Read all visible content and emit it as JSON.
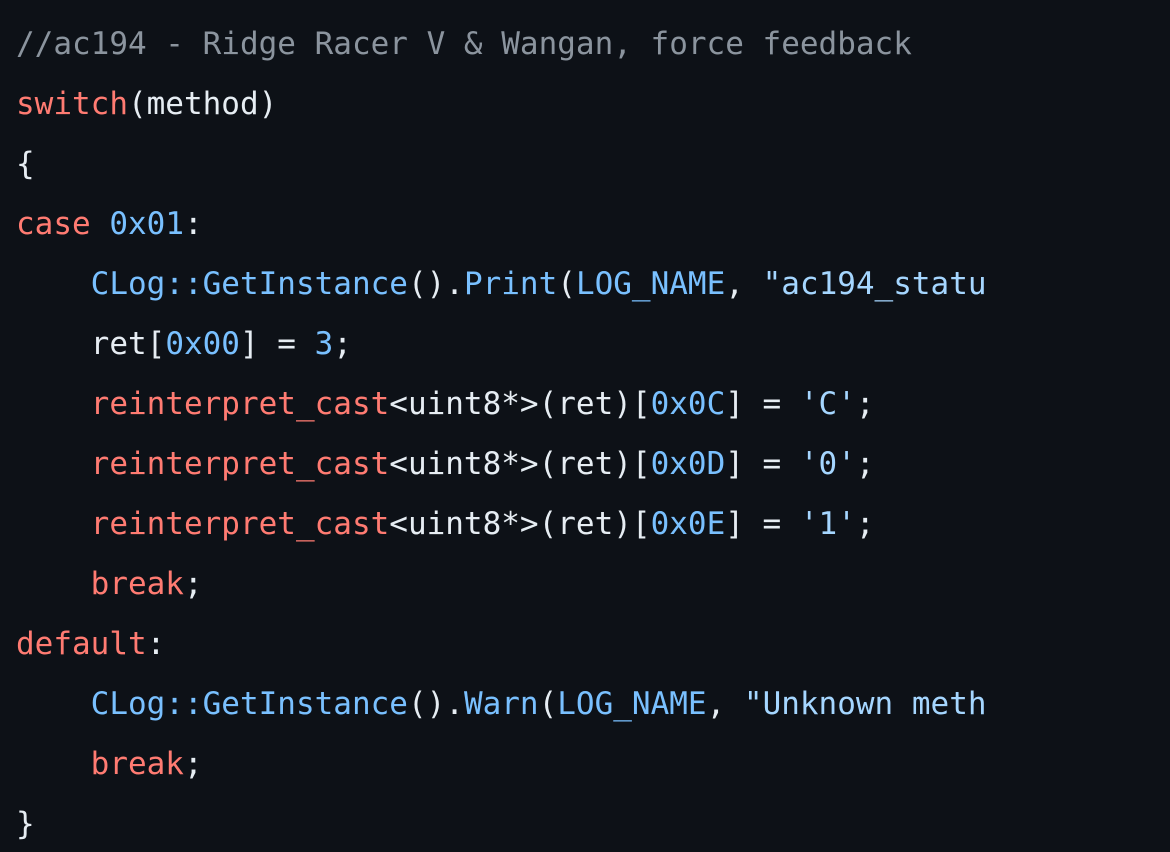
{
  "editor": {
    "language": "cpp",
    "colors": {
      "background": "#0d1117",
      "comment": "#8b949e",
      "keyword": "#ff7b72",
      "plain": "#e6edf3",
      "number": "#79c0ff",
      "function": "#79c0ff",
      "string": "#a5d6ff"
    },
    "lines": [
      {
        "tokens": [
          {
            "text": "//ac194 - Ridge Racer V & Wangan, force feedback",
            "kind": "comment"
          }
        ]
      },
      {
        "tokens": [
          {
            "text": "switch",
            "kind": "keyword"
          },
          {
            "text": "(method)",
            "kind": "plain"
          }
        ]
      },
      {
        "tokens": [
          {
            "text": "{",
            "kind": "plain"
          }
        ]
      },
      {
        "tokens": [
          {
            "text": "case",
            "kind": "keyword"
          },
          {
            "text": " ",
            "kind": "plain"
          },
          {
            "text": "0x01",
            "kind": "number"
          },
          {
            "text": ":",
            "kind": "plain"
          }
        ]
      },
      {
        "tokens": [
          {
            "text": "    ",
            "kind": "plain"
          },
          {
            "text": "CLog::GetInstance",
            "kind": "func"
          },
          {
            "text": "().",
            "kind": "plain"
          },
          {
            "text": "Print",
            "kind": "func"
          },
          {
            "text": "(",
            "kind": "plain"
          },
          {
            "text": "LOG_NAME",
            "kind": "func"
          },
          {
            "text": ", ",
            "kind": "plain"
          },
          {
            "text": "\"ac194_statu",
            "kind": "string"
          }
        ]
      },
      {
        "tokens": [
          {
            "text": "    ret[",
            "kind": "plain"
          },
          {
            "text": "0x00",
            "kind": "number"
          },
          {
            "text": "] = ",
            "kind": "plain"
          },
          {
            "text": "3",
            "kind": "number"
          },
          {
            "text": ";",
            "kind": "plain"
          }
        ]
      },
      {
        "tokens": [
          {
            "text": "    ",
            "kind": "plain"
          },
          {
            "text": "reinterpret_cast",
            "kind": "keyword"
          },
          {
            "text": "<uint8*>(ret)[",
            "kind": "plain"
          },
          {
            "text": "0x0C",
            "kind": "number"
          },
          {
            "text": "] = ",
            "kind": "plain"
          },
          {
            "text": "'C'",
            "kind": "char"
          },
          {
            "text": ";",
            "kind": "plain"
          }
        ]
      },
      {
        "tokens": [
          {
            "text": "    ",
            "kind": "plain"
          },
          {
            "text": "reinterpret_cast",
            "kind": "keyword"
          },
          {
            "text": "<uint8*>(ret)[",
            "kind": "plain"
          },
          {
            "text": "0x0D",
            "kind": "number"
          },
          {
            "text": "] = ",
            "kind": "plain"
          },
          {
            "text": "'0'",
            "kind": "char"
          },
          {
            "text": ";",
            "kind": "plain"
          }
        ]
      },
      {
        "tokens": [
          {
            "text": "    ",
            "kind": "plain"
          },
          {
            "text": "reinterpret_cast",
            "kind": "keyword"
          },
          {
            "text": "<uint8*>(ret)[",
            "kind": "plain"
          },
          {
            "text": "0x0E",
            "kind": "number"
          },
          {
            "text": "] = ",
            "kind": "plain"
          },
          {
            "text": "'1'",
            "kind": "char"
          },
          {
            "text": ";",
            "kind": "plain"
          }
        ]
      },
      {
        "tokens": [
          {
            "text": "    ",
            "kind": "plain"
          },
          {
            "text": "break",
            "kind": "keyword"
          },
          {
            "text": ";",
            "kind": "plain"
          }
        ]
      },
      {
        "tokens": [
          {
            "text": "default",
            "kind": "keyword"
          },
          {
            "text": ":",
            "kind": "plain"
          }
        ]
      },
      {
        "tokens": [
          {
            "text": "    ",
            "kind": "plain"
          },
          {
            "text": "CLog::GetInstance",
            "kind": "func"
          },
          {
            "text": "().",
            "kind": "plain"
          },
          {
            "text": "Warn",
            "kind": "func"
          },
          {
            "text": "(",
            "kind": "plain"
          },
          {
            "text": "LOG_NAME",
            "kind": "func"
          },
          {
            "text": ", ",
            "kind": "plain"
          },
          {
            "text": "\"Unknown meth",
            "kind": "string"
          }
        ]
      },
      {
        "tokens": [
          {
            "text": "    ",
            "kind": "plain"
          },
          {
            "text": "break",
            "kind": "keyword"
          },
          {
            "text": ";",
            "kind": "plain"
          }
        ]
      },
      {
        "tokens": [
          {
            "text": "}",
            "kind": "plain"
          }
        ]
      }
    ]
  }
}
